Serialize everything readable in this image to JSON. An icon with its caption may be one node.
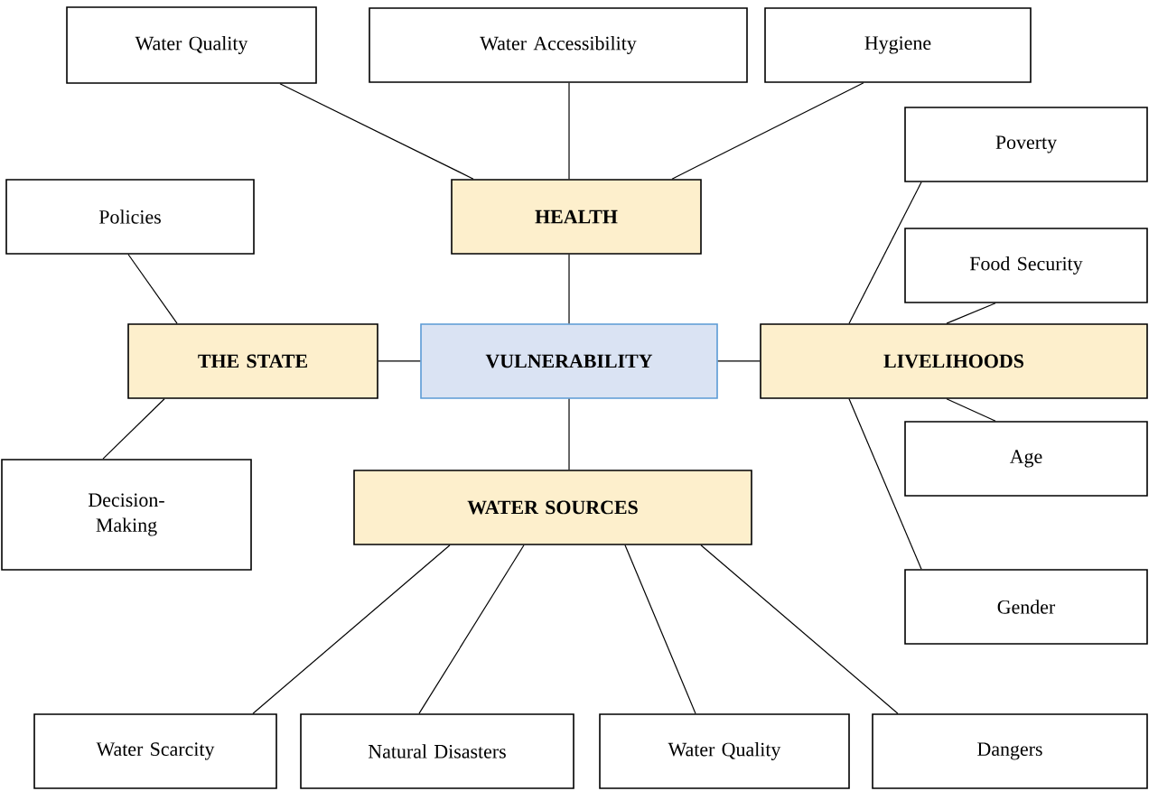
{
  "diagram": {
    "nodes": [
      {
        "text": [
          "VULNERABILITY"
        ]
      },
      {
        "text": [
          "HEALTH"
        ]
      },
      {
        "text": [
          "THE STATE"
        ]
      },
      {
        "text": [
          "LIVELIHOODS"
        ]
      },
      {
        "text": [
          "WATER SOURCES"
        ]
      },
      {
        "text": [
          "Water Quality"
        ]
      },
      {
        "text": [
          "Water Accessibility"
        ]
      },
      {
        "text": [
          "Hygiene"
        ]
      },
      {
        "text": [
          "Policies"
        ]
      },
      {
        "text": [
          "Decision-Making"
        ]
      },
      {
        "text": [
          "Poverty"
        ]
      },
      {
        "text": [
          "Food Security"
        ]
      },
      {
        "text": [
          "Age"
        ]
      },
      {
        "text": [
          "Gender"
        ]
      },
      {
        "text": [
          "Water Scarcity"
        ]
      },
      {
        "text": [
          "Natural Disasters"
        ]
      },
      {
        "text": [
          "Water Quality"
        ]
      },
      {
        "text": [
          "Dangers"
        ]
      }
    ],
    "edges": [
      {
        "from": 0,
        "to": 1,
        "arrow": "none"
      },
      {
        "from": 0,
        "to": 2,
        "arrow": "none"
      },
      {
        "from": 0,
        "to": 3,
        "arrow": "none"
      },
      {
        "from": 0,
        "to": 4,
        "arrow": "none"
      },
      {
        "from": 1,
        "to": 5,
        "arrow": "none"
      },
      {
        "from": 1,
        "to": 6,
        "arrow": "none"
      },
      {
        "from": 1,
        "to": 7,
        "arrow": "none"
      },
      {
        "from": 2,
        "to": 8,
        "arrow": "none"
      },
      {
        "from": 2,
        "to": 9,
        "arrow": "none"
      },
      {
        "from": 3,
        "to": 10,
        "arrow": "none"
      },
      {
        "from": 3,
        "to": 11,
        "arrow": "none"
      },
      {
        "from": 3,
        "to": 12,
        "arrow": "none"
      },
      {
        "from": 3,
        "to": 13,
        "arrow": "none"
      },
      {
        "from": 4,
        "to": 14,
        "arrow": "none"
      },
      {
        "from": 4,
        "to": 15,
        "arrow": "none"
      },
      {
        "from": 4,
        "to": 16,
        "arrow": "none"
      },
      {
        "from": 4,
        "to": 17,
        "arrow": "none"
      }
    ]
  }
}
